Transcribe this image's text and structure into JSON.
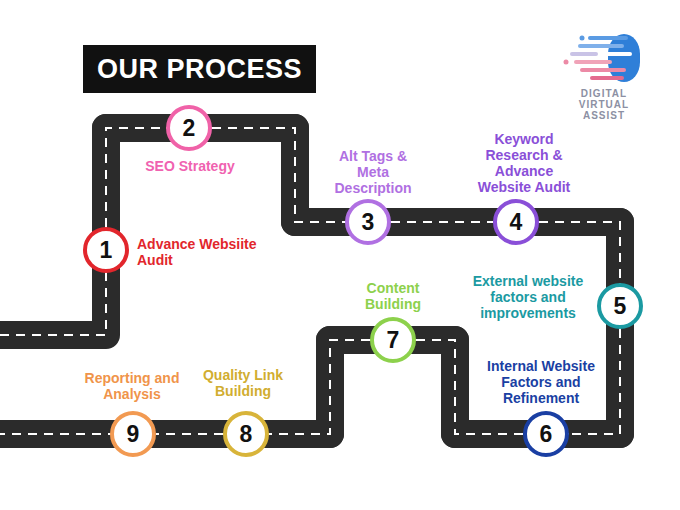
{
  "diagram": {
    "title": "OUR PROCESS",
    "nodes": [
      {
        "text": [
          "1",
          "Advance Websiite Audit"
        ]
      },
      {
        "text": [
          "2",
          "SEO Strategy"
        ]
      },
      {
        "text": [
          "3",
          "Alt Tags & Meta Description"
        ]
      },
      {
        "text": [
          "4",
          "Keyword Research & Advance Website Audit"
        ]
      },
      {
        "text": [
          "5",
          "External website factors and improvements"
        ]
      },
      {
        "text": [
          "6",
          "Internal Website Factors and Refinement"
        ]
      },
      {
        "text": [
          "7",
          "Content Building"
        ]
      },
      {
        "text": [
          "8",
          "Quality Link Building"
        ]
      },
      {
        "text": [
          "9",
          "Reporting and Analysis"
        ]
      }
    ],
    "edges": [
      {
        "from": 0,
        "to": 1,
        "arrow": "none"
      },
      {
        "from": 1,
        "to": 2,
        "arrow": "none"
      },
      {
        "from": 2,
        "to": 3,
        "arrow": "none"
      },
      {
        "from": 3,
        "to": 4,
        "arrow": "none"
      },
      {
        "from": 4,
        "to": 5,
        "arrow": "none"
      },
      {
        "from": 5,
        "to": 6,
        "arrow": "none"
      },
      {
        "from": 6,
        "to": 7,
        "arrow": "none"
      },
      {
        "from": 7,
        "to": 8,
        "arrow": "none"
      }
    ],
    "labels": [
      "DIGITAL VIRTUAL ASSIST"
    ]
  }
}
